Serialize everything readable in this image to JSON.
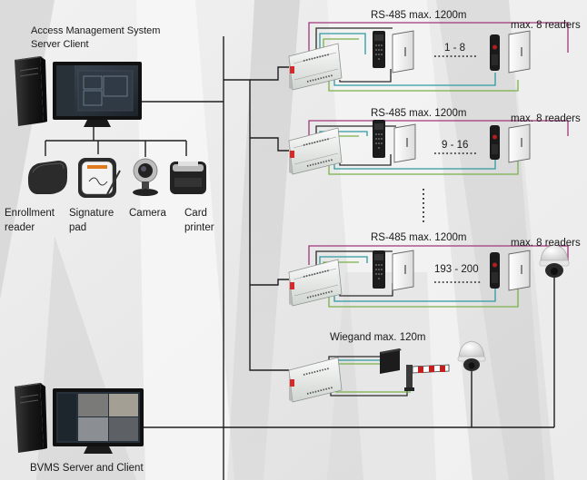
{
  "title": "Access Management System architecture",
  "server": {
    "line1": "Access Management System",
    "line2": "Server Client"
  },
  "peripherals": [
    {
      "line1": "Enrollment",
      "line2": "reader"
    },
    {
      "line1": "Signature",
      "line2": "pad"
    },
    {
      "line1": "Camera",
      "line2": ""
    },
    {
      "line1": "Card",
      "line2": "printer"
    }
  ],
  "bus_groups": [
    {
      "bus_label": "RS-485 max. 1200m",
      "readers_label": "max. 8 readers",
      "range": "1 - 8"
    },
    {
      "bus_label": "RS-485 max. 1200m",
      "readers_label": "max. 8 readers",
      "range": "9 - 16"
    },
    {
      "bus_label": "RS-485 max. 1200m",
      "readers_label": "max. 8 readers",
      "range": "193 - 200"
    }
  ],
  "wiegand": {
    "label": "Wiegand max. 120m"
  },
  "bvms": {
    "label": "BVMS Server and Client"
  },
  "colors": {
    "bus_magenta": "#a0377a",
    "bus_teal": "#2e9aa0",
    "bus_green": "#7ab04a",
    "wire_dark": "#2a2a2a",
    "network": "#1e1e1e"
  }
}
